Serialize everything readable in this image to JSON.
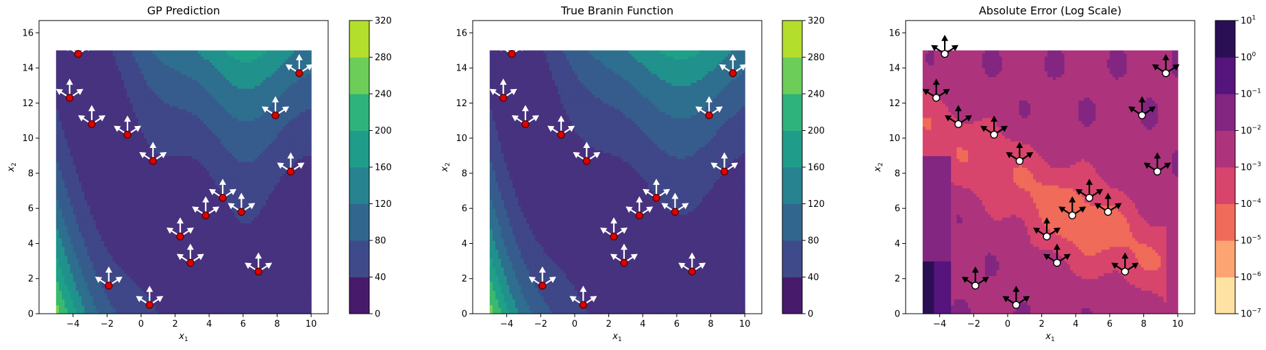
{
  "chart_data": [
    {
      "type": "contour",
      "title": "GP Prediction",
      "xlabel": "x1",
      "ylabel": "x2",
      "xlim": [
        -6,
        11
      ],
      "ylim": [
        0,
        16.7
      ],
      "xticks": [
        -4,
        -2,
        0,
        2,
        4,
        6,
        8,
        10
      ],
      "yticks": [
        0,
        2,
        4,
        6,
        8,
        10,
        12,
        14,
        16
      ],
      "colorbar": {
        "levels": [
          0,
          40,
          80,
          120,
          160,
          200,
          240,
          280,
          320
        ],
        "tick_labels": [
          "0",
          "40",
          "80",
          "120",
          "160",
          "200",
          "240",
          "280",
          "320"
        ],
        "colors": [
          "#46327e",
          "#3f4788",
          "#365c8d",
          "#2e6e8e",
          "#277f8e",
          "#21918c",
          "#1fa187",
          "#4ac16d",
          "#a0da39",
          "#dde318"
        ]
      },
      "points": [
        [
          -3.7,
          14.8
        ],
        [
          -4.2,
          12.3
        ],
        [
          -2.9,
          10.8
        ],
        [
          -0.8,
          10.2
        ],
        [
          0.7,
          8.7
        ],
        [
          9.3,
          13.7
        ],
        [
          7.9,
          11.3
        ],
        [
          8.8,
          8.1
        ],
        [
          4.8,
          6.6
        ],
        [
          5.9,
          5.8
        ],
        [
          3.8,
          5.6
        ],
        [
          2.3,
          4.4
        ],
        [
          2.9,
          2.9
        ],
        [
          6.9,
          2.4
        ],
        [
          -1.9,
          1.6
        ],
        [
          0.5,
          0.5
        ]
      ]
    },
    {
      "type": "contour",
      "title": "True Branin Function",
      "xlabel": "x1",
      "ylabel": "x2",
      "xlim": [
        -6,
        11
      ],
      "ylim": [
        0,
        16.7
      ],
      "xticks": [
        -4,
        -2,
        0,
        2,
        4,
        6,
        8,
        10
      ],
      "yticks": [
        0,
        2,
        4,
        6,
        8,
        10,
        12,
        14,
        16
      ],
      "colorbar": {
        "levels": [
          0,
          40,
          80,
          120,
          160,
          200,
          240,
          280,
          320
        ],
        "tick_labels": [
          "0",
          "40",
          "80",
          "120",
          "160",
          "200",
          "240",
          "280",
          "320"
        ]
      }
    },
    {
      "type": "contour",
      "title": "Absolute Error (Log Scale)",
      "xlabel": "x1",
      "ylabel": "x2",
      "xlim": [
        -6,
        11
      ],
      "ylim": [
        0,
        16.7
      ],
      "xticks": [
        -4,
        -2,
        0,
        2,
        4,
        6,
        8,
        10
      ],
      "yticks": [
        0,
        2,
        4,
        6,
        8,
        10,
        12,
        14,
        16
      ],
      "log_scale": true,
      "colorbar": {
        "levels": [
          -7,
          -6,
          -5,
          -4,
          -3,
          -2,
          -1,
          0,
          1
        ],
        "tick_labels": [
          "10",
          "10",
          "10",
          "10",
          "10",
          "10",
          "10",
          "10",
          "10"
        ],
        "exponents": [
          "−7",
          "−6",
          "−5",
          "−4",
          "−3",
          "−2",
          "−1",
          "0",
          "1"
        ],
        "colors": [
          "#fcdc9b",
          "#fba06d",
          "#f26a57",
          "#d6456c",
          "#a8327d",
          "#7c2382",
          "#4e1d70",
          "#25124a",
          "#050416"
        ]
      }
    }
  ]
}
